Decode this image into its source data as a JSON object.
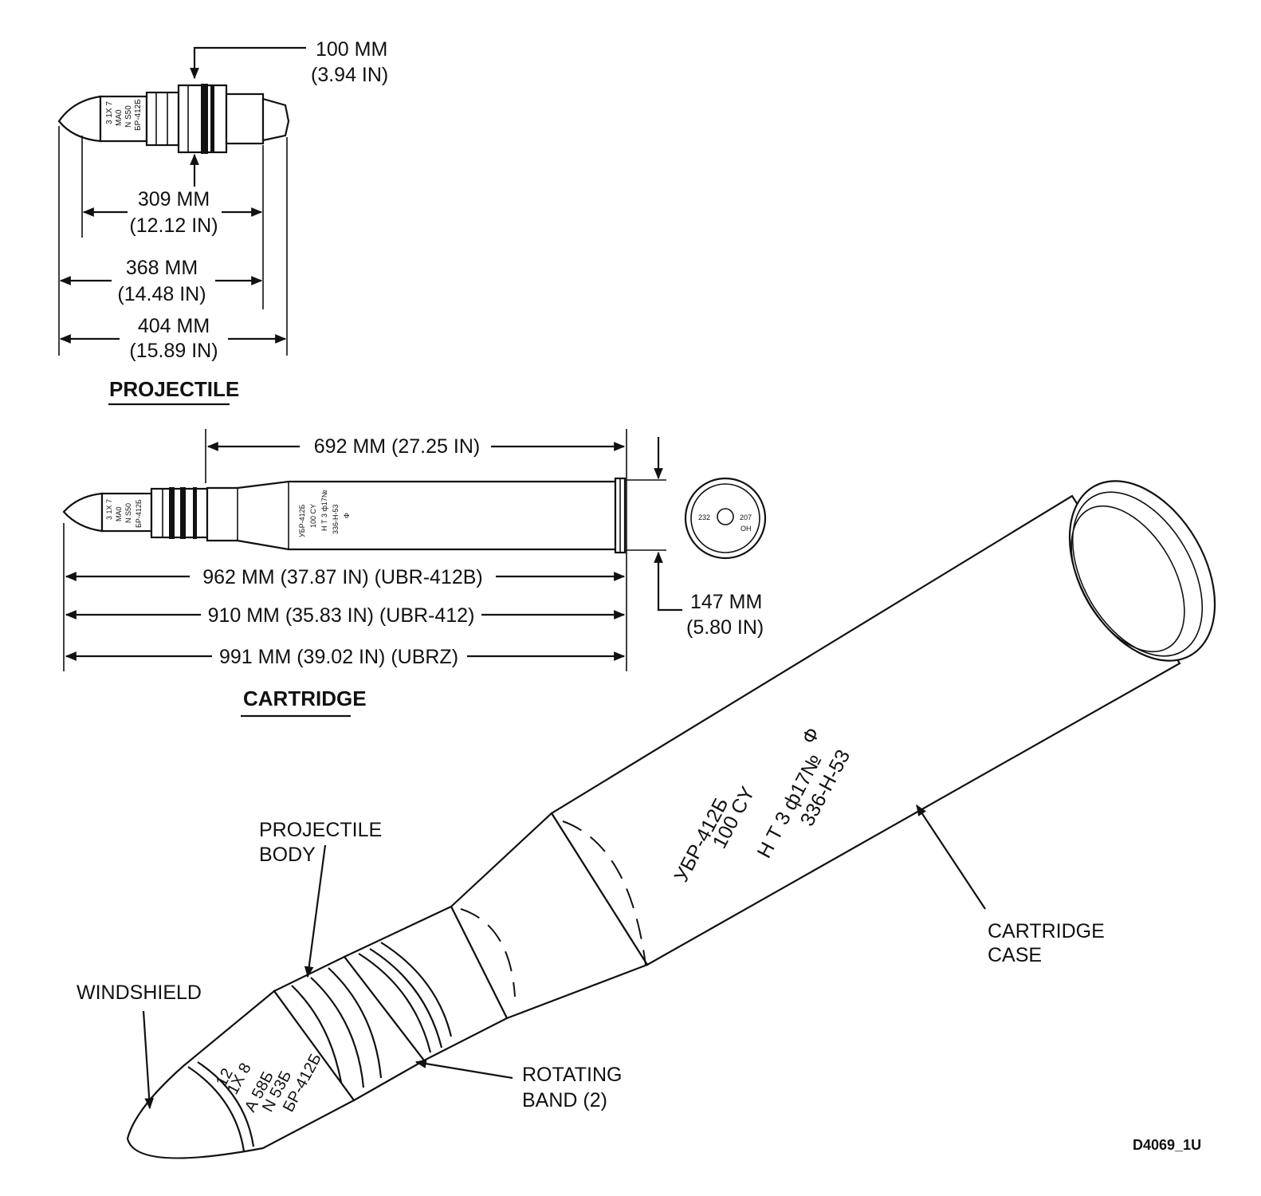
{
  "projectile": {
    "caption": "PROJECTILE",
    "caliber": {
      "mm": "100 MM",
      "in": "(3.94 IN)"
    },
    "dim_309": {
      "mm": "309 MM",
      "in": "(12.12 IN)"
    },
    "dim_368": {
      "mm": "368 MM",
      "in": "(14.48 IN)"
    },
    "dim_404": {
      "mm": "404 MM",
      "in": "(15.89 IN)"
    },
    "markings": [
      "3 1X 7",
      "MA0",
      "N S50",
      "БР-412Б"
    ]
  },
  "cartridge": {
    "caption": "CARTRIDGE",
    "case_length": "692 MM (27.25 IN)",
    "len_ubr412b": "962 MM (37.87 IN) (UBR-412B)",
    "len_ubr412": "910 MM (35.83 IN) (UBR-412)",
    "len_ubrz": "991 MM (39.02 IN) (UBRZ)",
    "rim": {
      "mm": "147 MM",
      "in": "(5.80 IN)"
    },
    "case_markings": [
      "УБР-412Б",
      "100 CY",
      "Н  Т  3  ф17№",
      "336-Н-53",
      "Ф"
    ],
    "base_markings": [
      "232",
      "207",
      "ОН"
    ]
  },
  "cutaway": {
    "windshield": "WINDSHIELD",
    "projectile_body": [
      "PROJECTILE",
      "BODY"
    ],
    "rotating_band": [
      "ROTATING",
      "BAND (2)"
    ],
    "cartridge_case": [
      "CARTRIDGE",
      "CASE"
    ],
    "case_markings": [
      "УБР-412Б",
      "100 CY",
      "Н  Т  3  ф17№",
      "336-Н-53",
      "Ф"
    ],
    "nose_markings": [
      "12",
      "1X 8",
      "А 58Б",
      "N 53Б",
      "БР-412Б"
    ]
  },
  "figure_id": "D4069_1U"
}
